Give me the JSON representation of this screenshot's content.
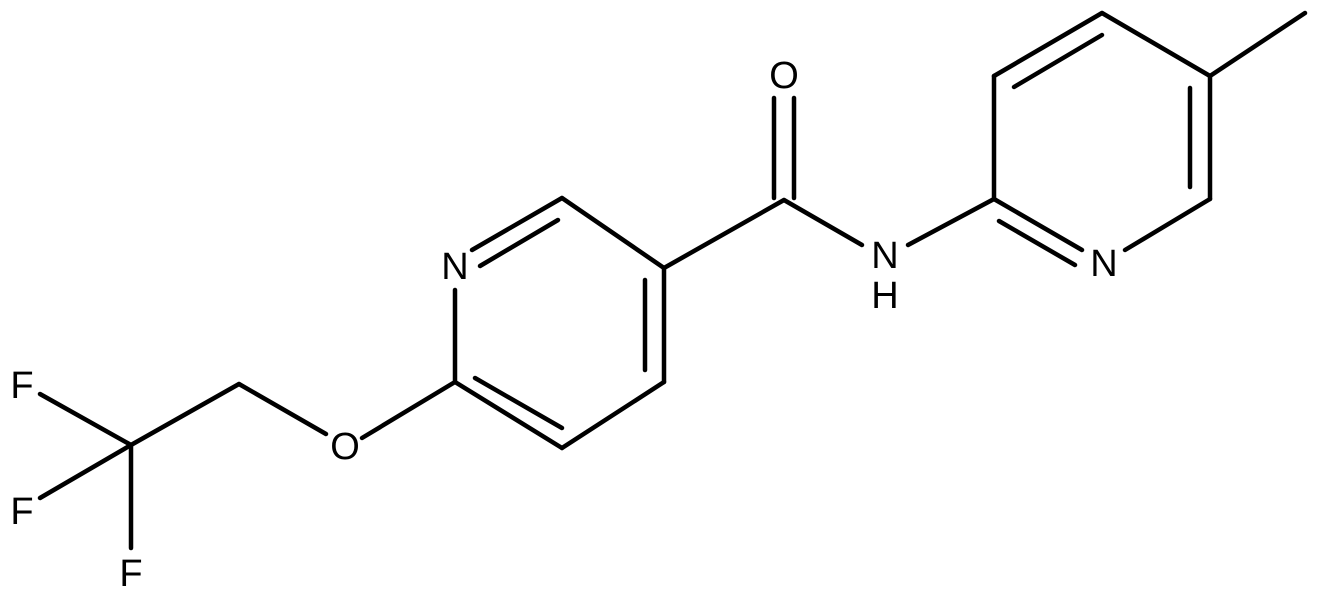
{
  "structure": {
    "atoms": {
      "o_carbonyl": "O",
      "n_amide_1": "N",
      "n_amide_2": "H",
      "n_pyridine_right": "N",
      "n_pyridine_left": "N",
      "o_ether": "O",
      "f1": "F",
      "f2": "F",
      "f3": "F"
    }
  },
  "colors": {
    "bond": "#000000",
    "label": "#000000",
    "background": "#ffffff"
  }
}
